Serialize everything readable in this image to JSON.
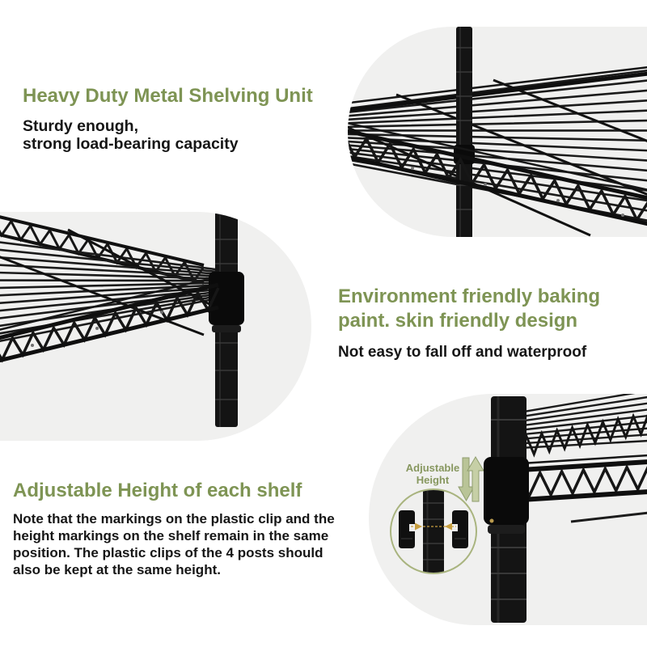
{
  "colors": {
    "accent_green": "#7e9454",
    "callout_green": "#87975f",
    "text_black": "#161616",
    "photo_background": "#f0f0ef",
    "arrow_olive_fill": "#c6cfa6",
    "arrow_olive_dark": "#b9c497",
    "arrow_outline": "#8f9d6e",
    "inset_circle_outline": "#a9b47f",
    "alignment_marker_orange": "#c79e3f",
    "metal_black": "#141414"
  },
  "sections": {
    "durability": {
      "heading": "Heavy Duty Metal Shelving Unit",
      "sub1": "Sturdy enough,",
      "sub2": "strong load-bearing capacity"
    },
    "paint": {
      "heading": "Environment friendly baking paint. skin friendly design",
      "sub": "Not easy to fall off and waterproof"
    },
    "adjustable": {
      "heading": "Adjustable Height of each shelf",
      "body": "Note that the markings on the plastic clip and the height markings on the shelf remain in the same position. The plastic clips of the 4 posts should also be kept at the same height."
    }
  },
  "callout": {
    "label": "Adjustable Height"
  }
}
